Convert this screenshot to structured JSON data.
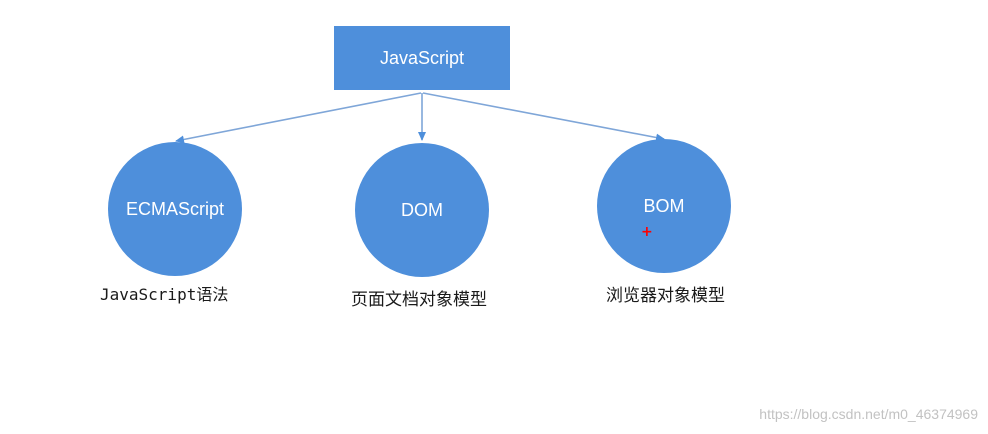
{
  "root": {
    "label": "JavaScript"
  },
  "nodes": [
    {
      "label": "ECMAScript",
      "caption": "JavaScript语法"
    },
    {
      "label": "DOM",
      "caption": "页面文档对象模型"
    },
    {
      "label": "BOM",
      "caption": "浏览器对象模型"
    }
  ],
  "marker": {
    "glyph": "+"
  },
  "watermark": "https://blog.csdn.net/m0_46374969",
  "colors": {
    "node_fill": "#4e8fdb",
    "arrow": "#7fa6d8",
    "marker": "#ff0000",
    "text": "#1a1a1a",
    "watermark": "#c2c2c2"
  }
}
